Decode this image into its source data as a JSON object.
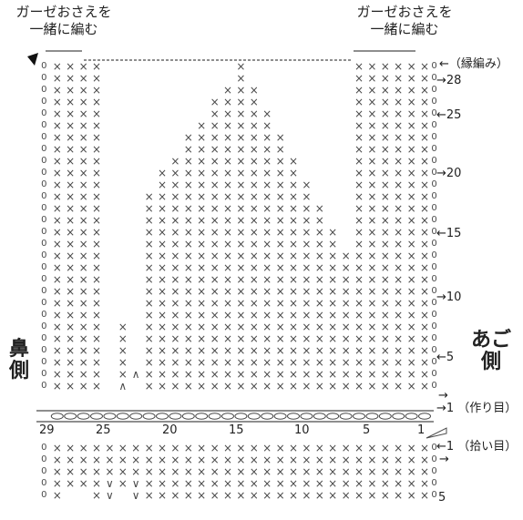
{
  "labels": {
    "gauze_left": "ガーゼおさえを\n一緒に編む",
    "gauze_right": "ガーゼおさえを\n一緒に編む",
    "nose_side": "鼻\n側",
    "chin_side": "あご\n側",
    "edge_row": "←（縁編み）",
    "foundation_row": "→1 （作り目）",
    "pickup_row": "←1 （拾い目）"
  },
  "row_numbers_upper": [
    {
      "text": "→28"
    },
    {
      "text": "←25"
    },
    {
      "text": "→20"
    },
    {
      "text": "←15"
    },
    {
      "text": "→10"
    },
    {
      "text": "←5"
    },
    {
      "text": "→"
    }
  ],
  "row_numbers_lower": [
    {
      "text": "→"
    },
    {
      "text": "5"
    }
  ],
  "column_numbers": [
    "29",
    "25",
    "20",
    "15",
    "10",
    "5",
    "1"
  ],
  "symbols": {
    "single_crochet": "×",
    "chain_edge": "0",
    "increase": "∨",
    "decrease": "∧"
  },
  "colors": {
    "stitch": "#4a4a4a",
    "text": "#222222",
    "background": "#ffffff"
  }
}
